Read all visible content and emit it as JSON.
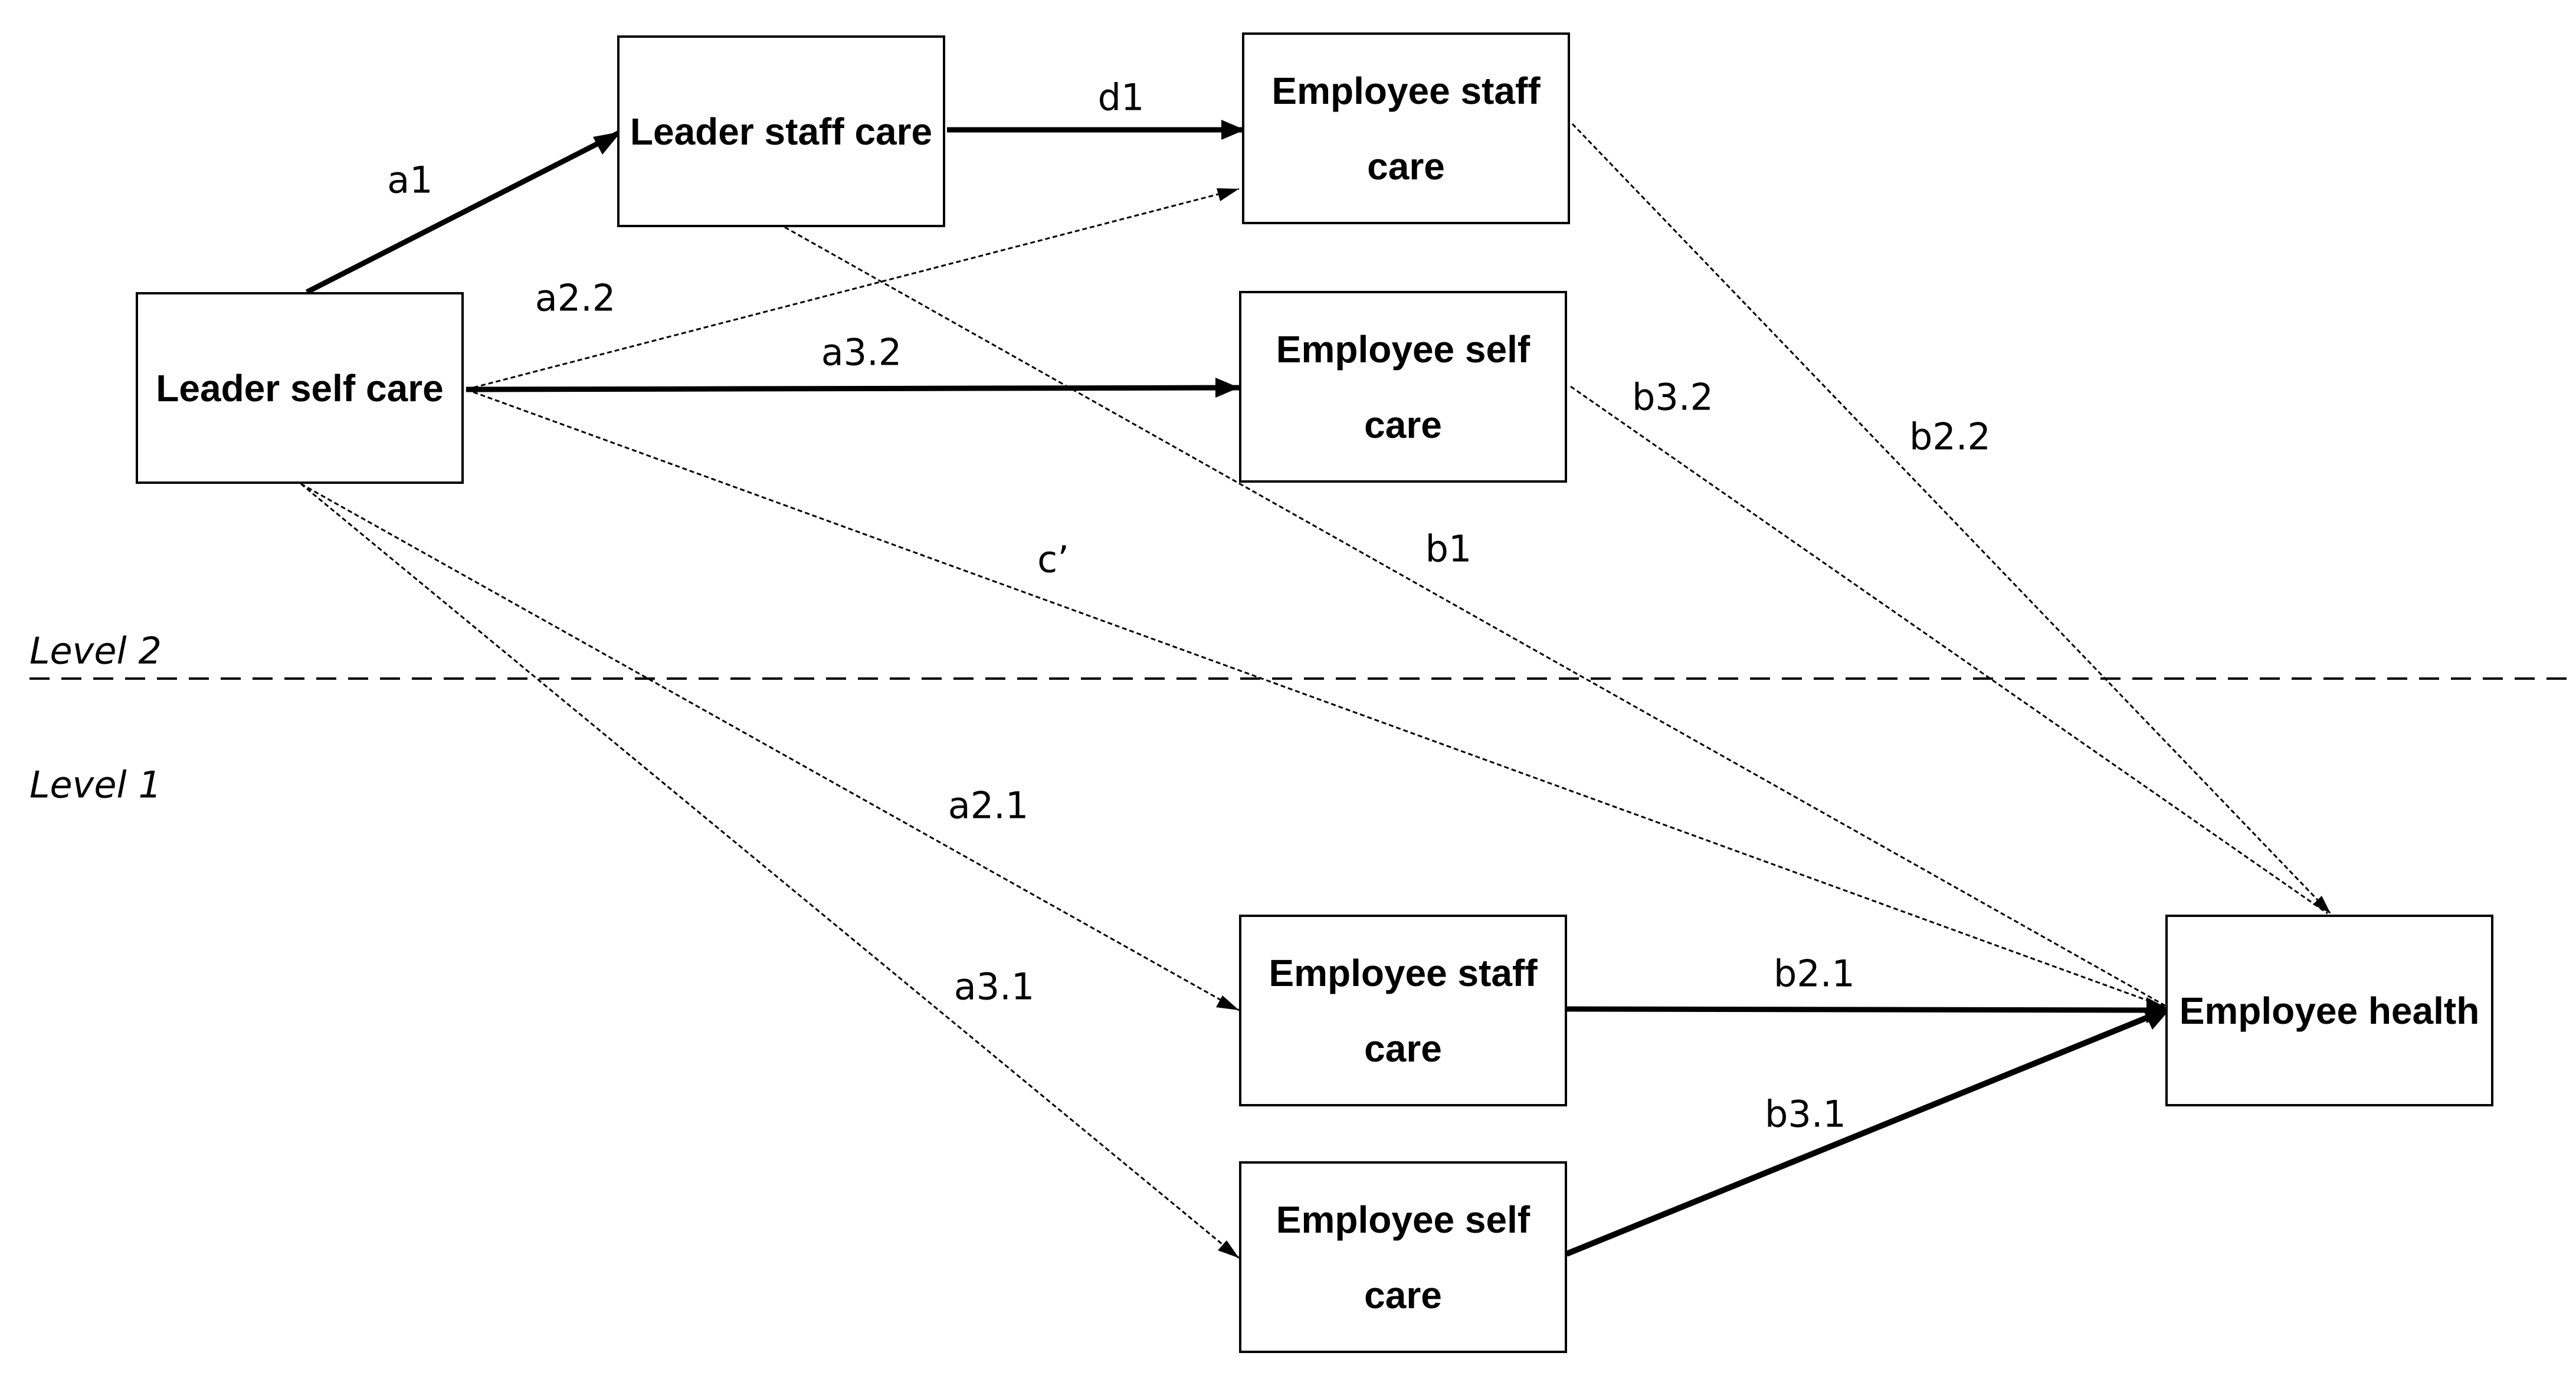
{
  "nodes": {
    "leader_self_care": "Leader self care",
    "leader_staff_care": "Leader staff care",
    "employee_staff_care_l2": "Employee staff care",
    "employee_self_care_l2": "Employee self care",
    "employee_staff_care_l1": "Employee staff care",
    "employee_self_care_l1": "Employee self care",
    "employee_health": "Employee health"
  },
  "levels": {
    "level2": "Level 2",
    "level1": "Level 1"
  },
  "paths": {
    "a1": "a1",
    "d1": "d1",
    "a2_2": "a2.2",
    "a3_2": "a3.2",
    "b3_2": "b3.2",
    "b2_2": "b2.2",
    "b1": "b1",
    "c_prime": "c’",
    "a2_1": "a2.1",
    "a3_1": "a3.1",
    "b2_1": "b2.1",
    "b3_1": "b3.1"
  },
  "edges": [
    {
      "from": "leader_self_care",
      "to": "leader_staff_care",
      "label": "a1",
      "style": "solid"
    },
    {
      "from": "leader_staff_care",
      "to": "employee_staff_care_l2",
      "label": "d1",
      "style": "solid"
    },
    {
      "from": "leader_self_care",
      "to": "employee_staff_care_l2",
      "label": "a2_2",
      "style": "dotted"
    },
    {
      "from": "leader_self_care",
      "to": "employee_self_care_l2",
      "label": "a3_2",
      "style": "solid"
    },
    {
      "from": "leader_self_care",
      "to": "employee_health",
      "label": "c_prime",
      "style": "dotted"
    },
    {
      "from": "leader_self_care",
      "to": "employee_staff_care_l1",
      "label": "a2_1",
      "style": "dotted"
    },
    {
      "from": "leader_self_care",
      "to": "employee_self_care_l1",
      "label": "a3_1",
      "style": "dotted"
    },
    {
      "from": "leader_staff_care",
      "to": "employee_health",
      "label": "b1",
      "style": "dotted"
    },
    {
      "from": "employee_staff_care_l2",
      "to": "employee_health",
      "label": "b2_2",
      "style": "dotted"
    },
    {
      "from": "employee_self_care_l2",
      "to": "employee_health",
      "label": "b3_2",
      "style": "dotted"
    },
    {
      "from": "employee_staff_care_l1",
      "to": "employee_health",
      "label": "b2_1",
      "style": "solid"
    },
    {
      "from": "employee_self_care_l1",
      "to": "employee_health",
      "label": "b3_1",
      "style": "solid"
    }
  ]
}
